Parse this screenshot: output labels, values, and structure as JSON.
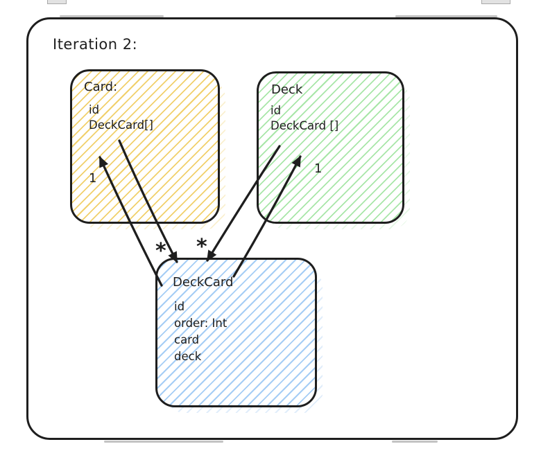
{
  "title": "Iteration 2:",
  "colors": {
    "stroke": "#1e1e1e",
    "card_hatch": "#f1d06b",
    "deck_hatch": "#a8e6a8",
    "deckcard_hatch": "#a5cdf5"
  },
  "boxes": [
    {
      "id": "card",
      "title": "Card:",
      "fields": [
        "id",
        "DeckCard[]"
      ]
    },
    {
      "id": "deck",
      "title": "Deck",
      "fields": [
        "id",
        "DeckCard []"
      ]
    },
    {
      "id": "deckcard",
      "title": "DeckCard",
      "fields": [
        "id",
        "order: Int",
        "card",
        "deck"
      ]
    }
  ],
  "edges": [
    {
      "from": "Card.DeckCard[]",
      "to": "DeckCard",
      "label": "*"
    },
    {
      "from": "DeckCard",
      "to": "Card",
      "label": "1"
    },
    {
      "from": "Deck.DeckCard[]",
      "to": "DeckCard",
      "label": "*"
    },
    {
      "from": "DeckCard",
      "to": "Deck",
      "label": "1"
    }
  ]
}
